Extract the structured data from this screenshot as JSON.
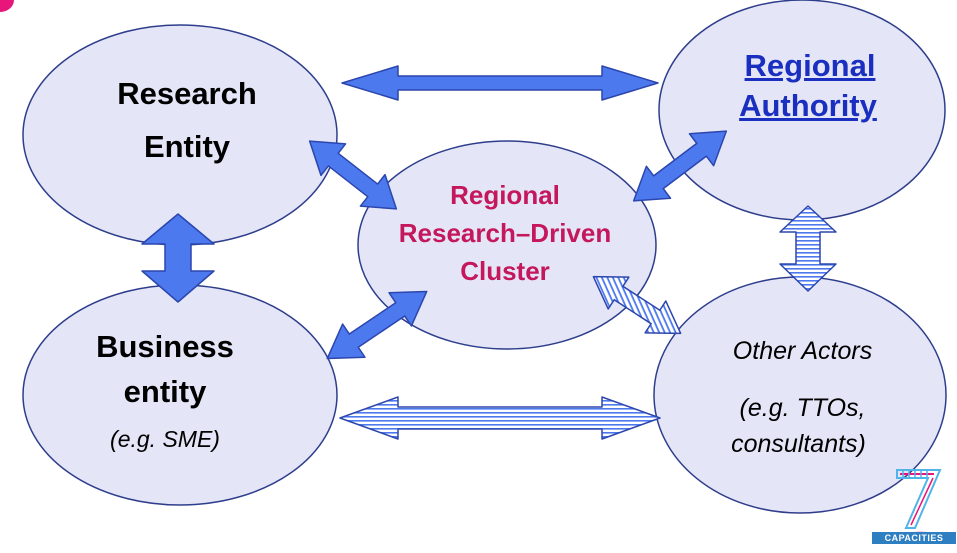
{
  "colors": {
    "ellipse_fill": "#e4e6f7",
    "ellipse_stroke": "#2e3e8c",
    "arrow_blue": "#4d79ef",
    "arrow_stroke": "#2b46ad",
    "cluster_text": "#c4175c",
    "link_text": "#1a2fbf",
    "text": "#000000",
    "accent_magenta": "#e8157a"
  },
  "nodes": {
    "research_entity": {
      "line1": "Research",
      "line2": "Entity"
    },
    "regional_authority": {
      "line1": "Regional",
      "line2": "Authority"
    },
    "cluster": {
      "line1": "Regional",
      "line2": "Research–Driven",
      "line3": "Cluster"
    },
    "business_entity": {
      "line1": "Business",
      "line2": "entity",
      "note": "(e.g. SME)"
    },
    "other_actors": {
      "title": "Other Actors",
      "note1": "(e.g. TTOs,",
      "note2": "consultants)"
    }
  },
  "logo": {
    "numeral": "7",
    "caption": "CAPACITIES"
  }
}
